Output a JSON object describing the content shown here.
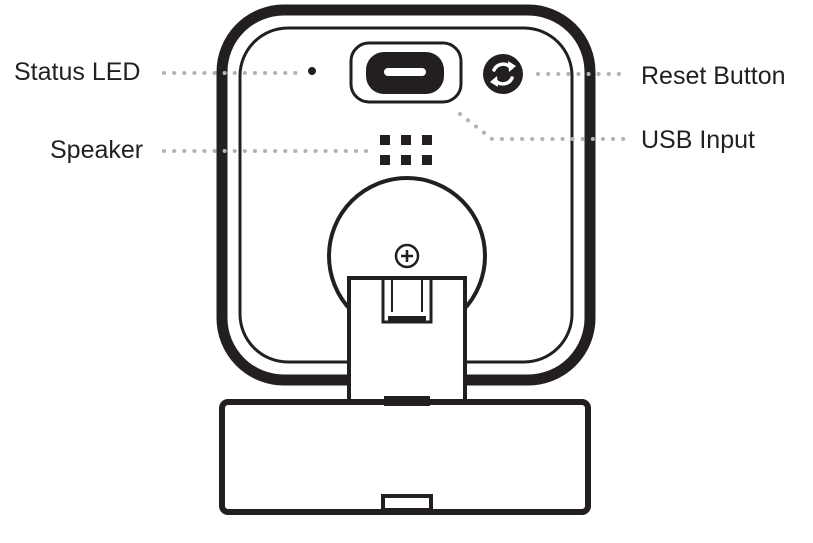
{
  "labels": {
    "status_led": "Status LED",
    "speaker": "Speaker",
    "reset_button": "Reset Button",
    "usb_input": "USB Input"
  },
  "colors": {
    "outline": "#231f20",
    "leader_dots": "#b3b3b3",
    "background": "#ffffff"
  },
  "icons": [
    "status-led-dot",
    "usb-port-icon",
    "reset-sync-icon",
    "speaker-grille-icon",
    "screw-plus-icon"
  ]
}
